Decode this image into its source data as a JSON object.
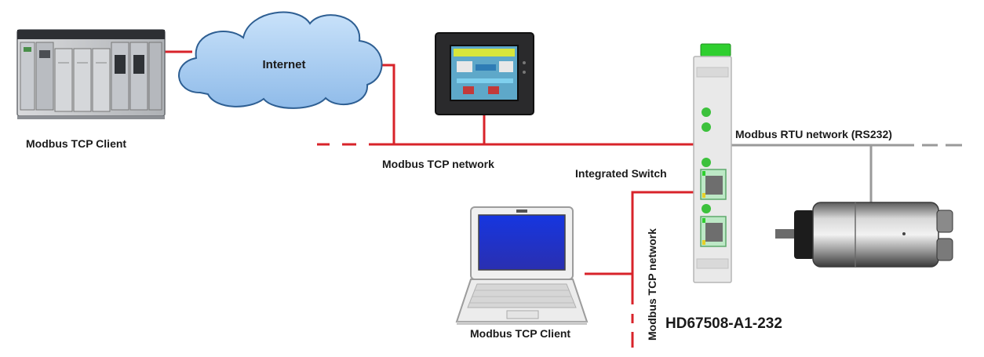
{
  "diagram": {
    "cloud_label": "Internet",
    "plc_label": "Modbus TCP Client",
    "laptop_label": "Modbus TCP Client",
    "tcp_network_label": "Modbus TCP network",
    "tcp_network_vertical_label": "Modbus TCP network",
    "switch_label": "Integrated Switch",
    "rtu_network_label": "Modbus RTU network (RS232)",
    "gateway_model": "HD67508-A1-232"
  },
  "colors": {
    "tcp_line": "#d8232a",
    "rtu_line": "#9a9a9a",
    "cloud_fill": "#a9cdf2",
    "gateway_led": "#3cc13c",
    "laptop_screen": "#1d2fd3"
  },
  "icons": [
    "plc-rack-icon",
    "internet-cloud-icon",
    "hmi-panel-icon",
    "laptop-icon",
    "gateway-device-icon",
    "encoder-sensor-icon"
  ]
}
